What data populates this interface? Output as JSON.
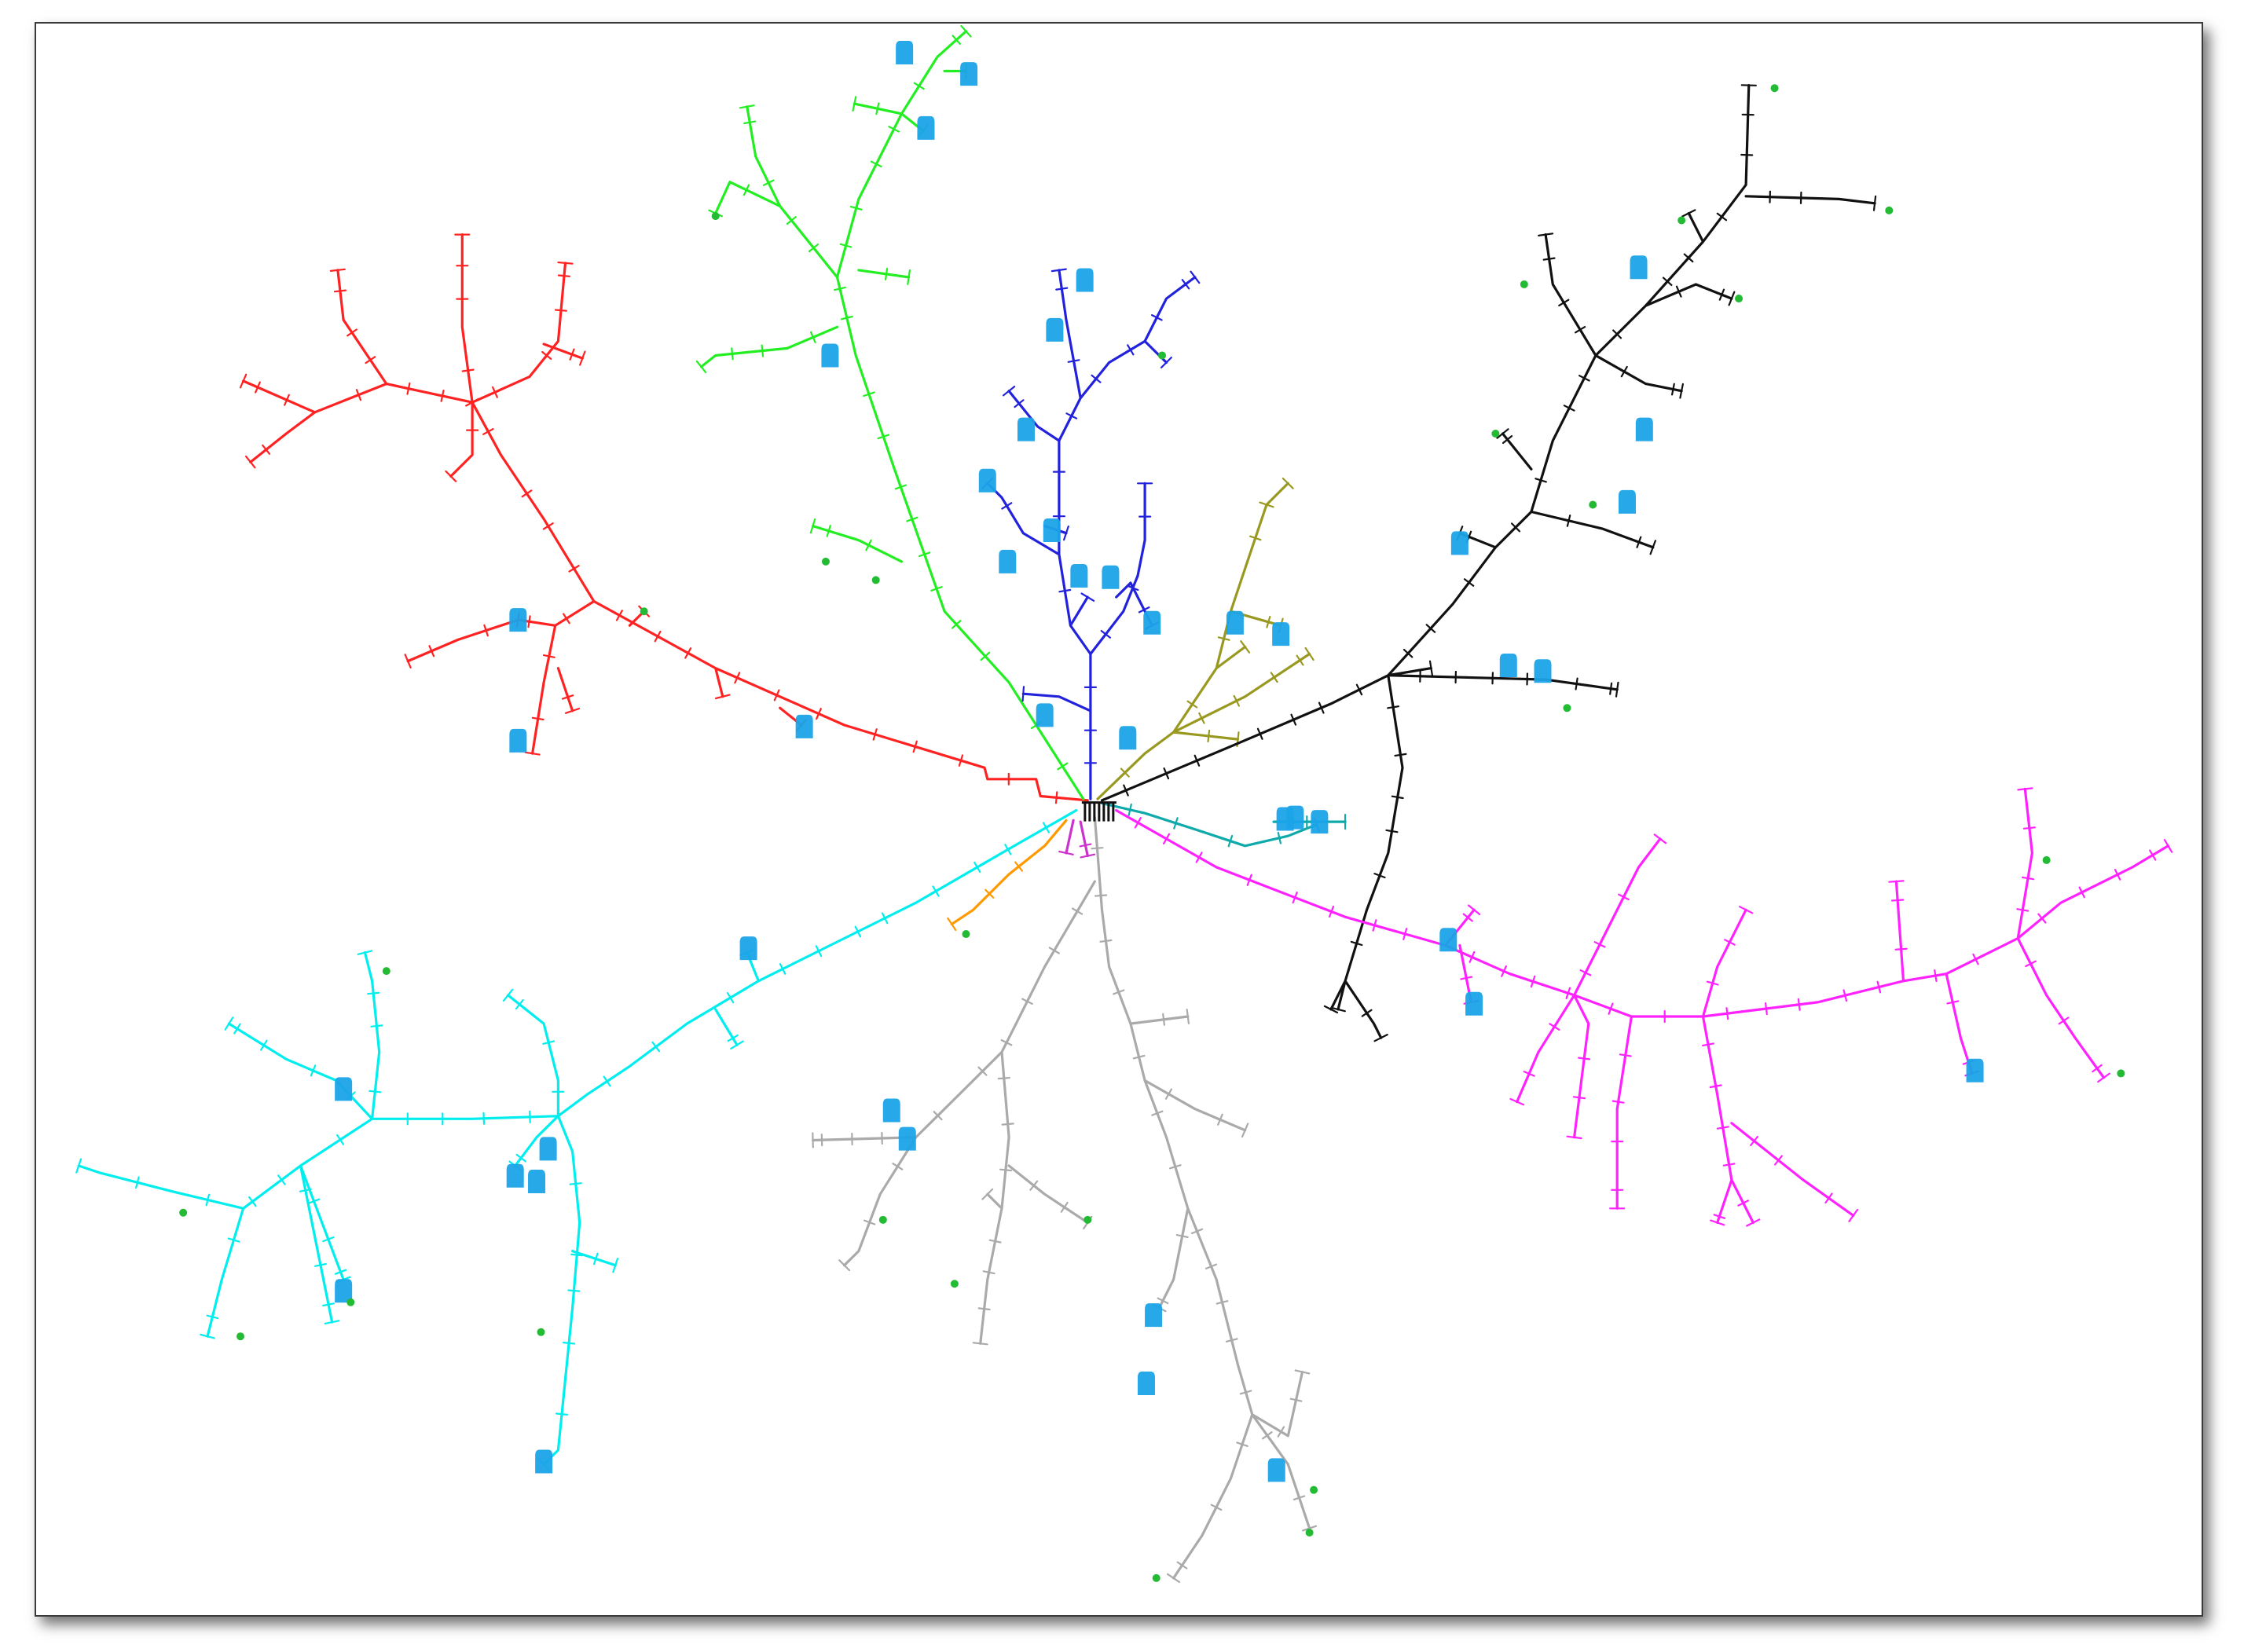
{
  "diagram": {
    "type": "radial-distribution-network",
    "substation_symbol": "substation-icon",
    "background": "#ffffff",
    "frame_border": "#3a3a3a",
    "customer_marker_color": "#1aa3e8",
    "terminal_marker_color": "#22bb33",
    "feeders": [
      {
        "id": "red",
        "color": "#ff2222"
      },
      {
        "id": "green",
        "color": "#22ee22"
      },
      {
        "id": "blue",
        "color": "#2222dd"
      },
      {
        "id": "olive",
        "color": "#999922"
      },
      {
        "id": "black",
        "color": "#111111"
      },
      {
        "id": "teal",
        "color": "#11aaaa"
      },
      {
        "id": "magenta",
        "color": "#ff22ff"
      },
      {
        "id": "gray",
        "color": "#aaaaaa"
      },
      {
        "id": "orange",
        "color": "#ff9900"
      },
      {
        "id": "violet",
        "color": "#cc33cc"
      },
      {
        "id": "cyan",
        "color": "#00eeee"
      }
    ]
  }
}
